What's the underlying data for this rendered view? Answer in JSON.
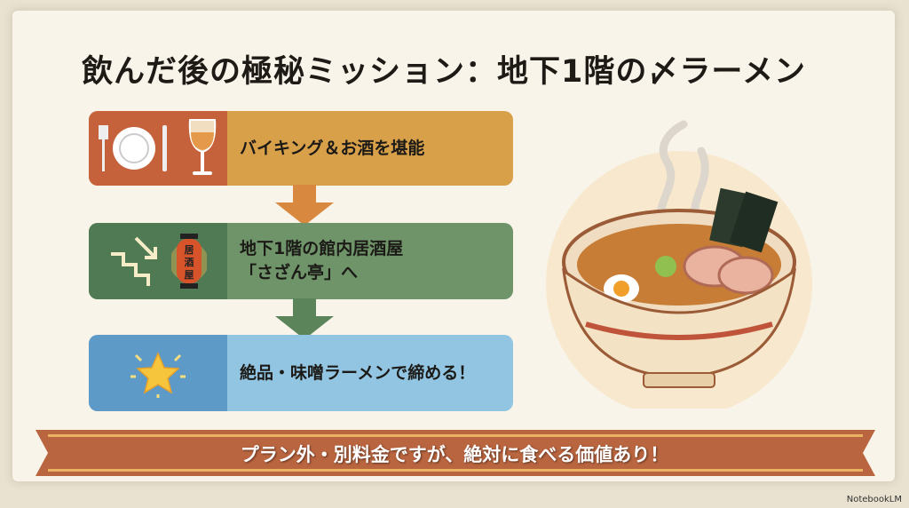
{
  "title": "飲んだ後の極秘ミッション：地下1階の〆ラーメン",
  "steps": [
    {
      "label": "バイキング＆お酒を堪能",
      "icons": [
        "plate-cutlery-icon",
        "wine-glass-icon"
      ]
    },
    {
      "label_line1": "地下1階の館内居酒屋",
      "label_line2": "「さざん亭」へ",
      "icons": [
        "stairs-down-icon",
        "lantern-icon"
      ],
      "lantern_text": "居酒屋"
    },
    {
      "label": "絶品・味噌ラーメンで締める！",
      "icons": [
        "star-icon"
      ]
    }
  ],
  "banner": "プラン外・別料金ですが、絶対に食べる価値あり！",
  "watermark": "NotebookLM",
  "colors": {
    "step1": "#d9a04a",
    "step2": "#6f9469",
    "step3": "#92c5e2",
    "banner": "#b9653f"
  }
}
